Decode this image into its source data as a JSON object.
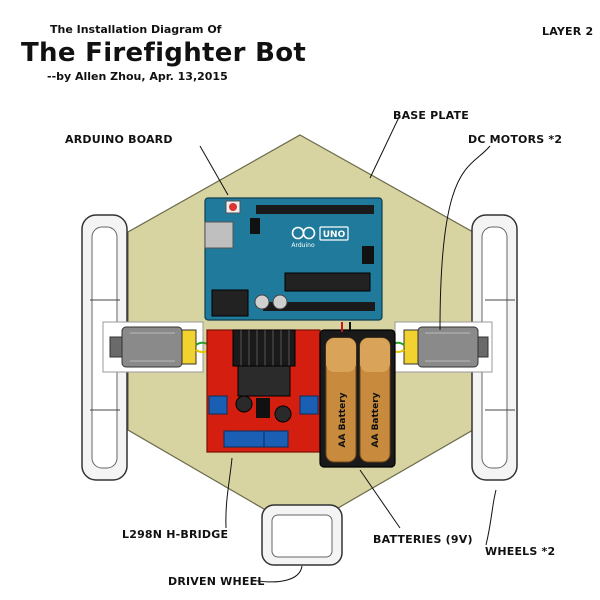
{
  "header": {
    "subtitle": "The Installation Diagram Of",
    "title": "The Firefighter Bot",
    "byline": "--by Allen Zhou, Apr. 13,2015",
    "layer": "LAYER 2"
  },
  "labels": {
    "arduino_board": "ARDUINO BOARD",
    "base_plate": "BASE PLATE",
    "dc_motors": "DC MOTORS *2",
    "l298n": "L298N H-BRIDGE",
    "batteries": "BATTERIES (9V)",
    "wheels": "WHEELS *2",
    "driven_wheel": "DRIVEN WHEEL"
  },
  "board_text": {
    "uno": "UNO",
    "arduino": "Arduino",
    "battery1": "AA Battery",
    "battery2": "AA Battery"
  },
  "colors": {
    "base_plate": "#d7d4a1",
    "arduino": "#1f7a9b",
    "hbridge": "#d41e10",
    "motor": "#8a8a8a",
    "battery_holder": "#1a1a1a",
    "battery_gold": "#c88a3c",
    "wheel": "#f4f4f4"
  }
}
